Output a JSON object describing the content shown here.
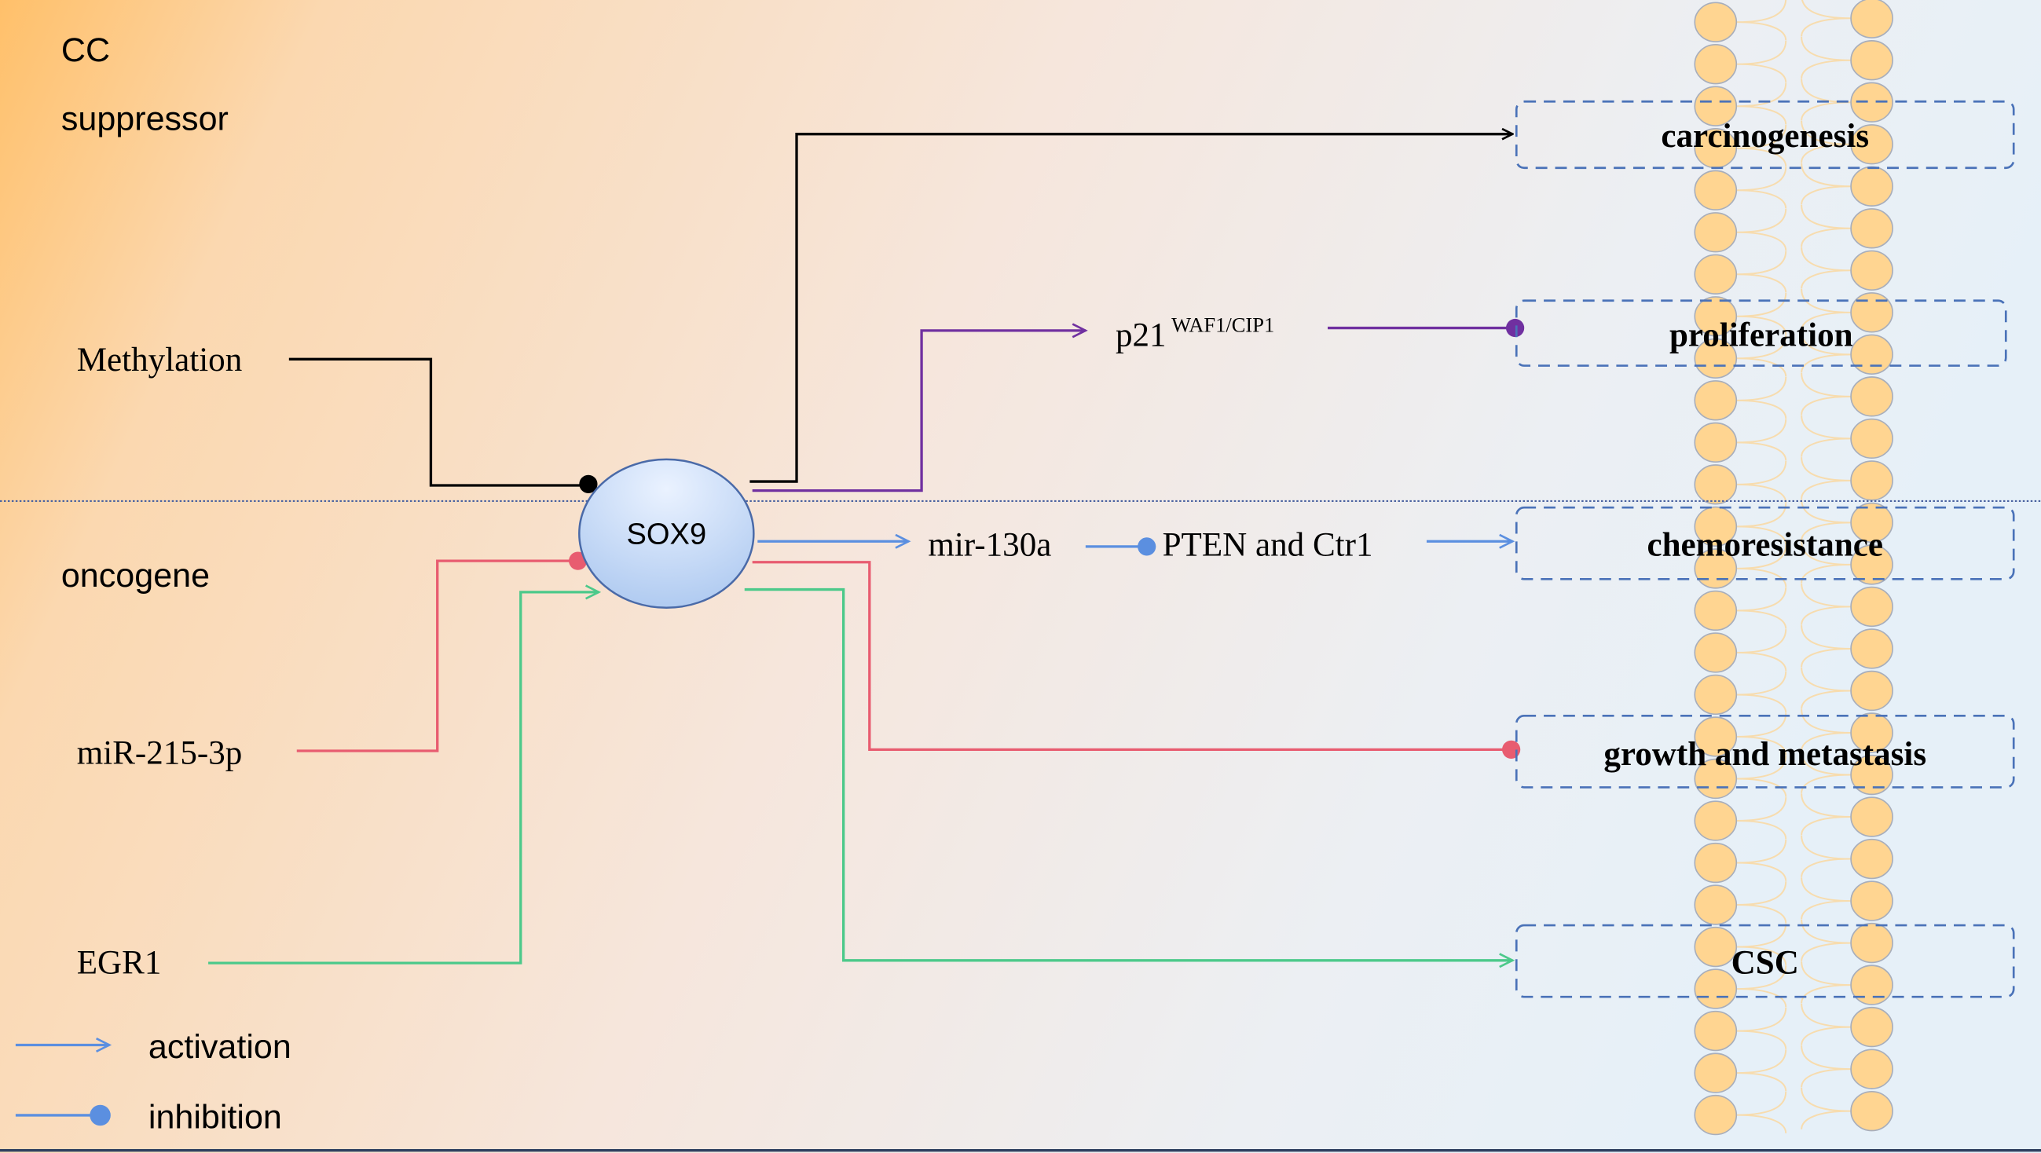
{
  "zones": {
    "top_label_line1": "CC",
    "top_label_line2": "suppressor",
    "bottom_label": "oncogene"
  },
  "center": {
    "label": "SOX9"
  },
  "inputs": {
    "methylation": "Methylation",
    "mir215": "miR-215-3p",
    "egr1": "EGR1"
  },
  "intermediates": {
    "p21": "p21",
    "p21_sup": "WAF1/CIP1",
    "mir130a": "mir-130a",
    "pten": "PTEN and Ctr1"
  },
  "outcomes": [
    "carcinogenesis",
    "proliferation",
    "chemoresistance",
    "growth and metastasis",
    "CSC"
  ],
  "legend": {
    "activation": "activation",
    "inhibition": "inhibition"
  },
  "colors": {
    "black": "#000000",
    "purple": "#7030a0",
    "blue": "#5b8fe0",
    "red": "#e85c70",
    "green": "#4cc98a",
    "box_border": "#4a72b8",
    "bead": "#ffd591"
  }
}
